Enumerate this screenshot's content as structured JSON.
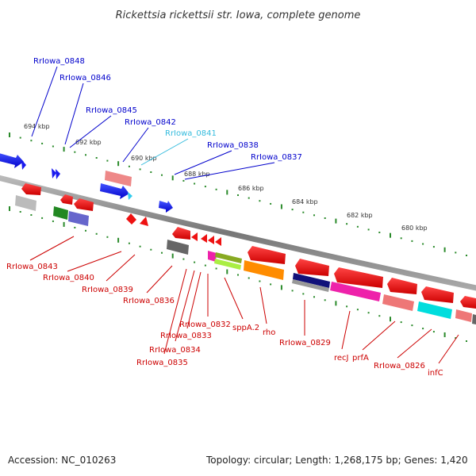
{
  "title": "Rickettsia rickettsii str. Iowa, complete genome",
  "footer": {
    "accession": "Accession: NC_010263",
    "summary": "Topology: circular; Length: 1,268,175 bp; Genes: 1,420"
  },
  "scale_labels": [
    "694 kbp",
    "692 kbp",
    "690 kbp",
    "688 kbp",
    "686 kbp",
    "684 kbp",
    "682 kbp",
    "680 kbp"
  ],
  "labels_top": [
    {
      "text": "RrIowa_0848",
      "color": "#0000cc"
    },
    {
      "text": "RrIowa_0846",
      "color": "#0000cc"
    },
    {
      "text": "RrIowa_0845",
      "color": "#0000cc"
    },
    {
      "text": "RrIowa_0842",
      "color": "#0000cc"
    },
    {
      "text": "RrIowa_0841",
      "color": "#33bbdd"
    },
    {
      "text": "RrIowa_0838",
      "color": "#0000cc"
    },
    {
      "text": "RrIowa_0837",
      "color": "#0000cc"
    }
  ],
  "labels_bottom": [
    {
      "text": "RrIowa_0843",
      "color": "#cc0000"
    },
    {
      "text": "RrIowa_0840",
      "color": "#cc0000"
    },
    {
      "text": "RrIowa_0839",
      "color": "#cc0000"
    },
    {
      "text": "RrIowa_0836",
      "color": "#cc0000"
    },
    {
      "text": "RrIowa_0832",
      "color": "#cc0000"
    },
    {
      "text": "RrIowa_0833",
      "color": "#cc0000"
    },
    {
      "text": "RrIowa_0834",
      "color": "#cc0000"
    },
    {
      "text": "RrIowa_0835",
      "color": "#cc0000"
    },
    {
      "text": "sppA.2",
      "color": "#cc0000"
    },
    {
      "text": "rho",
      "color": "#cc0000"
    },
    {
      "text": "RrIowa_0829",
      "color": "#cc0000"
    },
    {
      "text": "recJ",
      "color": "#cc0000"
    },
    {
      "text": "prfA",
      "color": "#cc0000"
    },
    {
      "text": "RrIowa_0826",
      "color": "#cc0000"
    },
    {
      "text": "infC",
      "color": "#cc0000"
    }
  ],
  "colors": {
    "forward": "#1a1aee",
    "reverse": "#ee1111",
    "backbone": "#888888",
    "scale_dots": "#2a8a2a"
  }
}
